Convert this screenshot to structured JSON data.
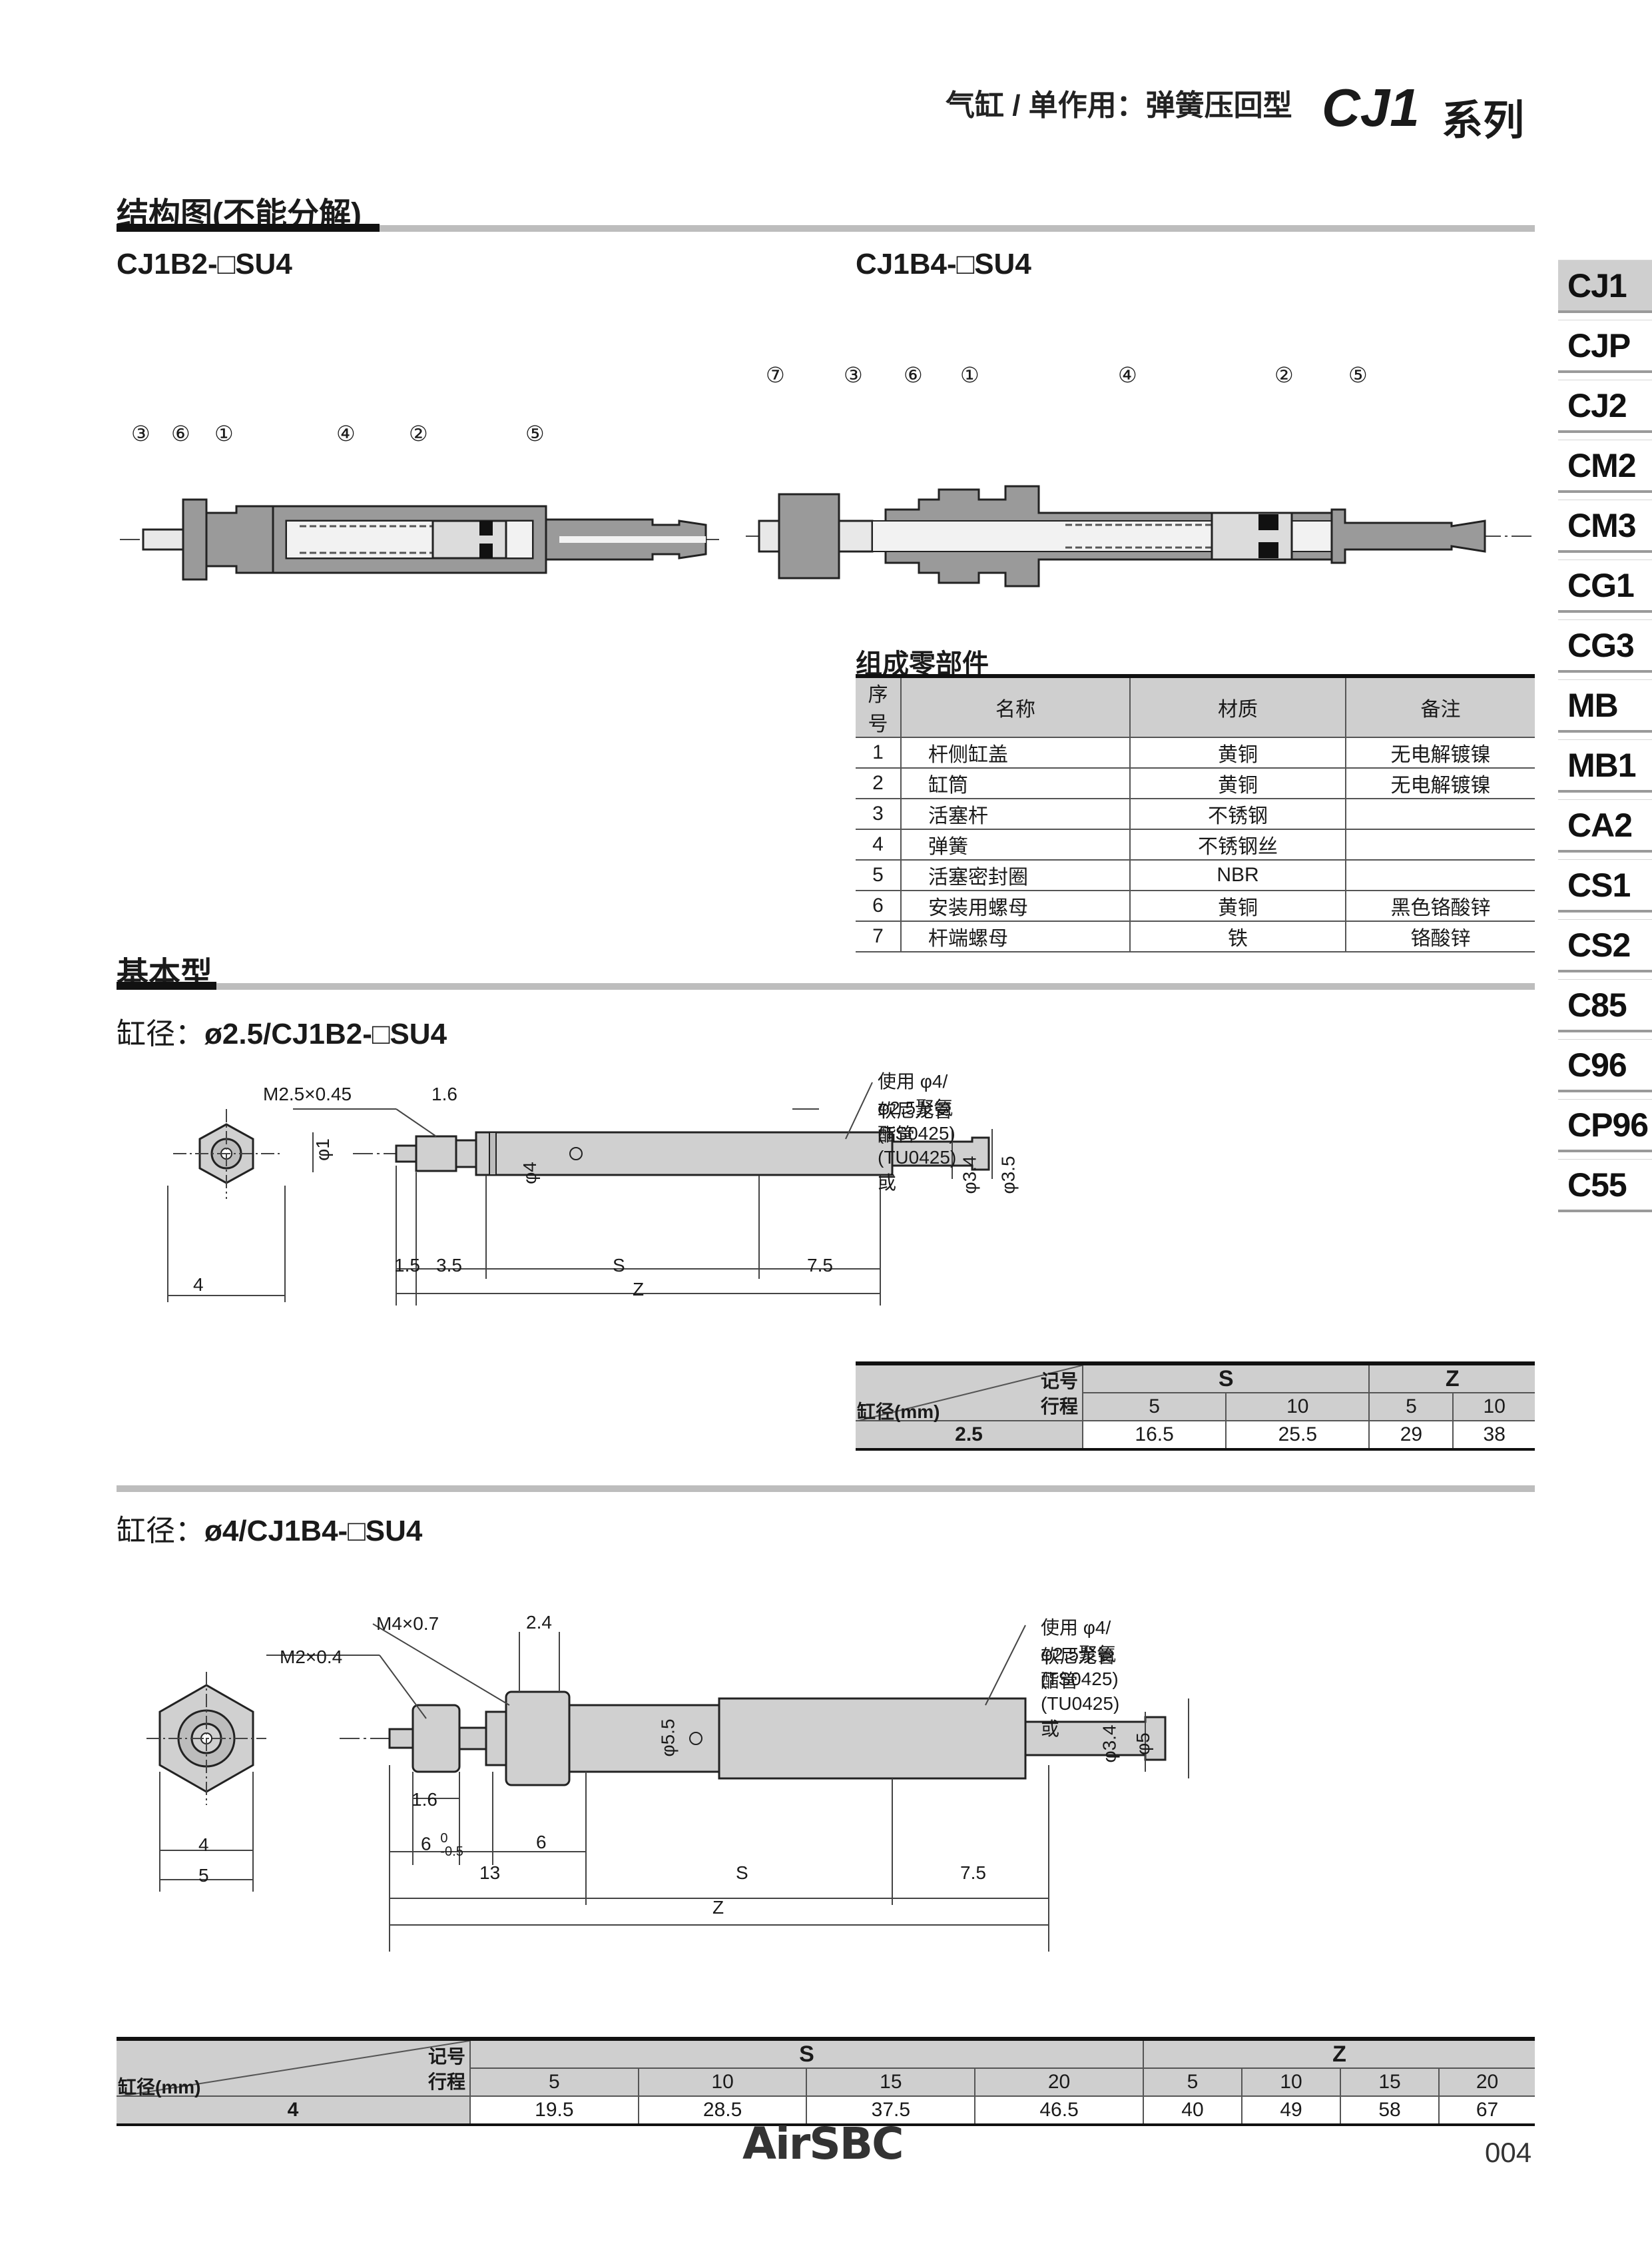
{
  "header": {
    "title": "气缸 / 单作用：弹簧压回型",
    "series": "CJ1",
    "series_suffix": "系列"
  },
  "side_tabs": [
    "CJ1",
    "CJP",
    "CJ2",
    "CM2",
    "CM3",
    "CG1",
    "CG3",
    "MB",
    "MB1",
    "CA2",
    "CS1",
    "CS2",
    "C85",
    "C96",
    "CP96",
    "C55"
  ],
  "active_tab": "CJ1",
  "structure": {
    "title": "结构图(不能分解)",
    "left_model": "CJ1B2-□SU4",
    "right_model": "CJ1B4-□SU4",
    "left_callouts": [
      "③",
      "⑥",
      "①",
      "④",
      "②",
      "⑤"
    ],
    "right_callouts": [
      "⑦",
      "③",
      "⑥",
      "①",
      "④",
      "②",
      "⑤"
    ]
  },
  "parts_table": {
    "title": "组成零部件",
    "headers": [
      "序号",
      "名称",
      "材质",
      "备注"
    ],
    "rows": [
      [
        "1",
        "杆侧缸盖",
        "黄铜",
        "无电解镀镍"
      ],
      [
        "2",
        "缸筒",
        "黄铜",
        "无电解镀镍"
      ],
      [
        "3",
        "活塞杆",
        "不锈钢",
        ""
      ],
      [
        "4",
        "弹簧",
        "不锈钢丝",
        ""
      ],
      [
        "5",
        "活塞密封圈",
        "NBR",
        ""
      ],
      [
        "6",
        "安装用螺母",
        "黄铜",
        "黑色铬酸锌"
      ],
      [
        "7",
        "杆端螺母",
        "铁",
        "铬酸锌"
      ]
    ]
  },
  "basic": {
    "title": "基本型"
  },
  "bore25": {
    "label_prefix": "缸径：",
    "label_main": "ø2.5/CJ1B2-□SU4",
    "dims": {
      "thread": "M2.5×0.45",
      "d16": "1.6",
      "phi1": "φ1",
      "phi4": "φ4",
      "phi34": "φ3.4",
      "phi35": "φ3.5",
      "d4": "4",
      "d15": "1.5",
      "d35": "3.5",
      "S": "S",
      "d75": "7.5",
      "Z": "Z",
      "note1": "使用 φ4/φ2.5聚氨酯管(TU0425)或",
      "note2": "软尼龙管(TS0425)"
    },
    "table": {
      "code_label": "记号",
      "stroke_label": "行程",
      "bore_label": "缸径(mm)",
      "groups": [
        "S",
        "Z"
      ],
      "strokes": [
        "5",
        "10",
        "5",
        "10"
      ],
      "bore": "2.5",
      "values": [
        "16.5",
        "25.5",
        "29",
        "38"
      ]
    }
  },
  "bore4": {
    "label_prefix": "缸径：",
    "label_main": "ø4/CJ1B4-□SU4",
    "dims": {
      "thread_big": "M4×0.7",
      "thread_small": "M2×0.4",
      "d24": "2.4",
      "phi55": "φ5.5",
      "phi34": "φ3.4",
      "phi5": "φ5",
      "d16": "1.6",
      "d6tol": "6",
      "tol_up": "0",
      "tol_dn": "-0.5",
      "d6": "6",
      "d4": "4",
      "d5": "5",
      "d13": "13",
      "S": "S",
      "d75": "7.5",
      "Z": "Z",
      "note1": "使用 φ4/φ2.5聚氨酯管(TU0425)或",
      "note2": "软尼龙管(TS0425)"
    },
    "table": {
      "code_label": "记号",
      "stroke_label": "行程",
      "bore_label": "缸径(mm)",
      "groups": [
        "S",
        "Z"
      ],
      "strokes": [
        "5",
        "10",
        "15",
        "20",
        "5",
        "10",
        "15",
        "20"
      ],
      "bore": "4",
      "values": [
        "19.5",
        "28.5",
        "37.5",
        "46.5",
        "40",
        "49",
        "58",
        "67"
      ]
    }
  },
  "footer": {
    "logo": "AirSBC",
    "page": "004"
  }
}
